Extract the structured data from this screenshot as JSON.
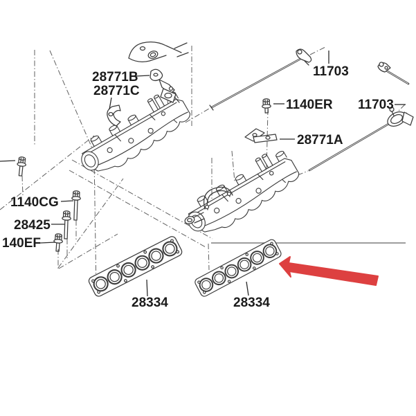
{
  "diagram": {
    "kind": "exploded-parts-diagram",
    "subject": "intake-manifold-assembly",
    "background_color": "#ffffff",
    "line_color": "#3b3b3b",
    "labels": {
      "p28771b": "28771B",
      "p28771c": "28771C",
      "p11703_top": "11703",
      "p1140er": "1140ER",
      "p11703_right": "11703",
      "p28771a": "28771A",
      "p1140cg": "1140CG",
      "p28425": "28425",
      "p140ef": "140EF",
      "p28334_left": "28334",
      "p28334_right": "28334"
    },
    "highlight": {
      "arrow_color": "#dd4040",
      "target_label": "28334"
    }
  }
}
